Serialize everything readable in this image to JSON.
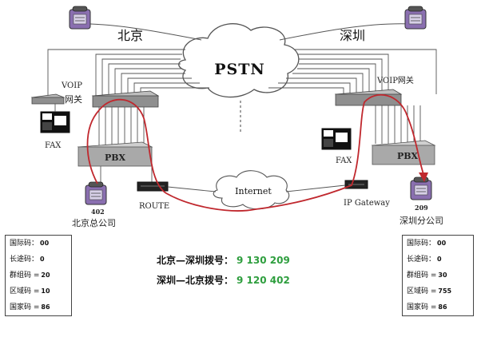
{
  "labels": {
    "beijing": "北京",
    "shenzhen": "深圳",
    "pstn": "PSTN",
    "internet": "Internet",
    "voip_left_1": "VOIP",
    "voip_left_2": "网关",
    "voip_right": "VOIP网关",
    "fax_left": "FAX",
    "fax_right": "FAX",
    "pbx_left": "PBX",
    "pbx_right": "PBX",
    "route": "ROUTE",
    "ip_gateway": "IP Gateway",
    "ext_left": "402",
    "ext_right": "209",
    "hq_name": "北京总公司",
    "branch_name": "深圳分公司"
  },
  "left_codes": [
    {
      "label": "国际码：",
      "value": "00"
    },
    {
      "label": "长途码：",
      "value": "0"
    },
    {
      "label": "群组码 =",
      "value": "20"
    },
    {
      "label": "区域码 =",
      "value": "10"
    },
    {
      "label": "国家码 =",
      "value": "86"
    }
  ],
  "right_codes": [
    {
      "label": "国际码：",
      "value": "00"
    },
    {
      "label": "长途码：",
      "value": "0"
    },
    {
      "label": "群组码 =",
      "value": "30"
    },
    {
      "label": "区域码 =",
      "value": "755"
    },
    {
      "label": "国家码 =",
      "value": "86"
    }
  ],
  "dialing": [
    {
      "route": "北京—深圳拨号：",
      "number": "9 130 209"
    },
    {
      "route": "深圳—北京拨号：",
      "number": "9 120 402"
    }
  ],
  "colors": {
    "call_path": "#c0282e",
    "number_green": "#2e9e3e",
    "device_gray": "#8f8f8f",
    "phone_purple": "#8a6fb0"
  }
}
